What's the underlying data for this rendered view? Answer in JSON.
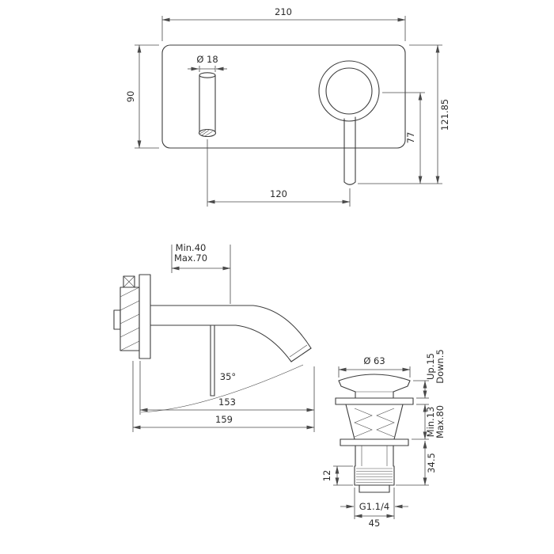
{
  "colors": {
    "line": "#3d3d3d",
    "dim_line": "#4a4a4a",
    "background": "#ffffff"
  },
  "front_view": {
    "plate_width": "210",
    "plate_height": "90",
    "spout_diameter": "Ø 18",
    "overall_height": "121.85",
    "handle_drop": "77",
    "spout_to_handle": "120"
  },
  "side_view": {
    "depth_min": "Min.40",
    "depth_max": "Max.70",
    "spout_angle": "35°",
    "reach_inner": "153",
    "reach_outer": "159"
  },
  "drain_view": {
    "cap_diameter": "Ø 63",
    "travel_up": "Up.15",
    "travel_down": "Down.5",
    "range_min": "Min.13",
    "range_max": "Max.80",
    "body_height": "34.5",
    "thread_length": "12",
    "thread_spec": "G1.1/4",
    "nut_width": "45"
  }
}
